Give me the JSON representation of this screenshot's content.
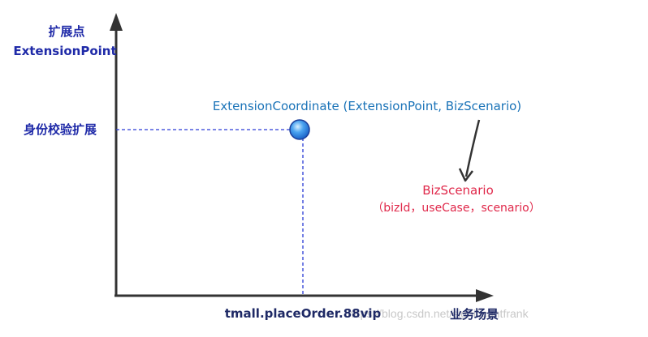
{
  "y_axis": {
    "title_line1": "扩展点",
    "title_line2": "ExtensionPoint",
    "tick_label": "身份校验扩展"
  },
  "x_axis": {
    "title": "业务场景",
    "tick_label": "tmall.placeOrder.88vip"
  },
  "coordinate_label": "ExtensionCoordinate (ExtensionPoint, BizScenario)",
  "biz_scenario": {
    "title": "BizScenario",
    "fields": "（bizId，useCase，scenario）"
  },
  "watermark": "https://blog.csdn.net/significantfrank",
  "colors": {
    "axis": "#333333",
    "dashed_guide": "#2a3bd6",
    "point_fill": "#4aa3f0",
    "point_stroke": "#1c3f9a",
    "blue_label": "#1f2aa8",
    "coord_label": "#1a73b8",
    "red_label": "#e0284a"
  }
}
